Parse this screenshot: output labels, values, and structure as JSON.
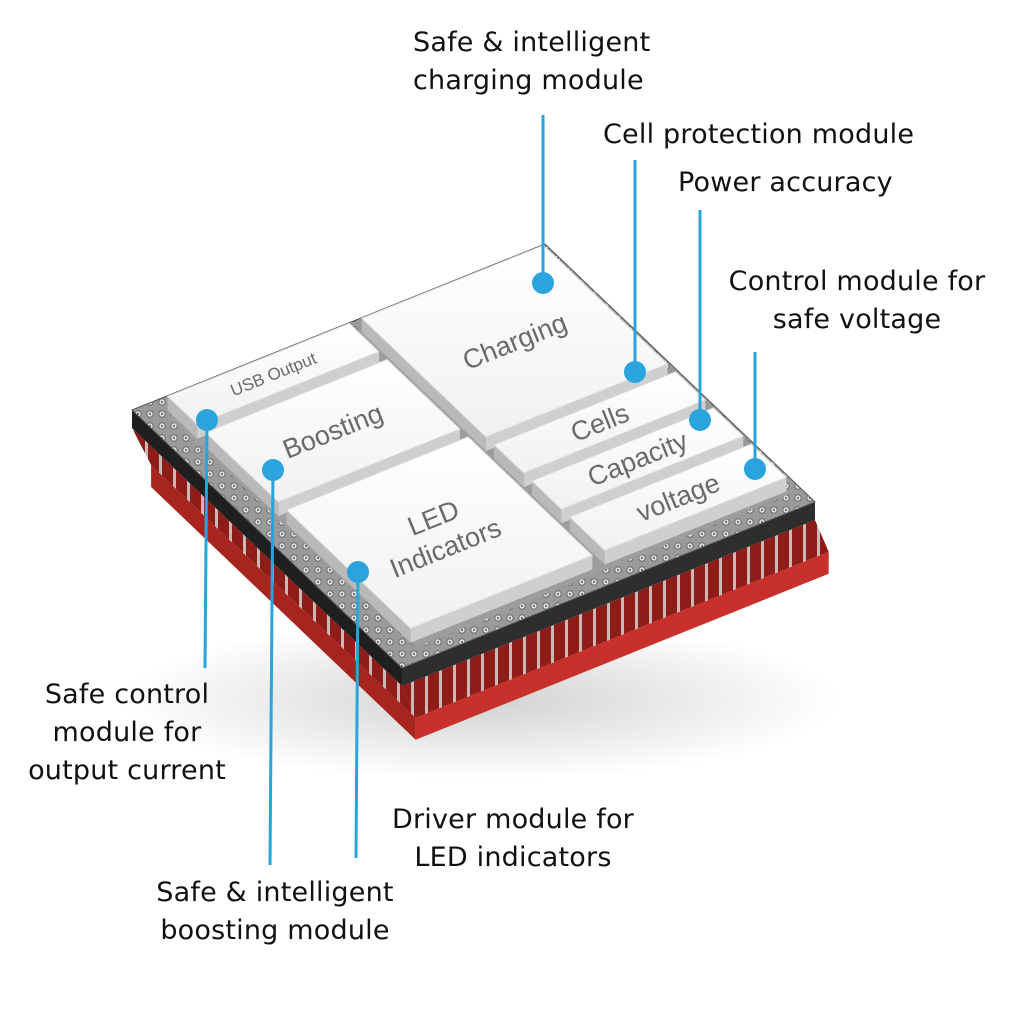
{
  "colors": {
    "callout": "#2ba3dc",
    "board_top": "#8f8f8f",
    "board_side": "#2e2e2e",
    "base_red": "#c8302c",
    "base_red_dark": "#8e1c18",
    "block_face": "#ffffff",
    "text": "#111111"
  },
  "blocks": [
    {
      "id": "usb-output",
      "label": "USB Output"
    },
    {
      "id": "charging",
      "label": "Charging"
    },
    {
      "id": "boosting",
      "label": "Boosting"
    },
    {
      "id": "cells",
      "label": "Cells"
    },
    {
      "id": "capacity",
      "label": "Capacity"
    },
    {
      "id": "voltage",
      "label": "voltage"
    },
    {
      "id": "led-indicators",
      "label": "LED\nIndicators"
    }
  ],
  "callouts": [
    {
      "id": "charging",
      "text": "Safe & intelligent\ncharging module"
    },
    {
      "id": "cells",
      "text": "Cell protection module"
    },
    {
      "id": "capacity",
      "text": "Power accuracy"
    },
    {
      "id": "voltage",
      "text": "Control module for\nsafe voltage"
    },
    {
      "id": "usb-output",
      "text": "Safe control\nmodule for\noutput current"
    },
    {
      "id": "led-indicators",
      "text": "Driver module for\nLED indicators"
    },
    {
      "id": "boosting",
      "text": "Safe & intelligent\nboosting module"
    }
  ]
}
